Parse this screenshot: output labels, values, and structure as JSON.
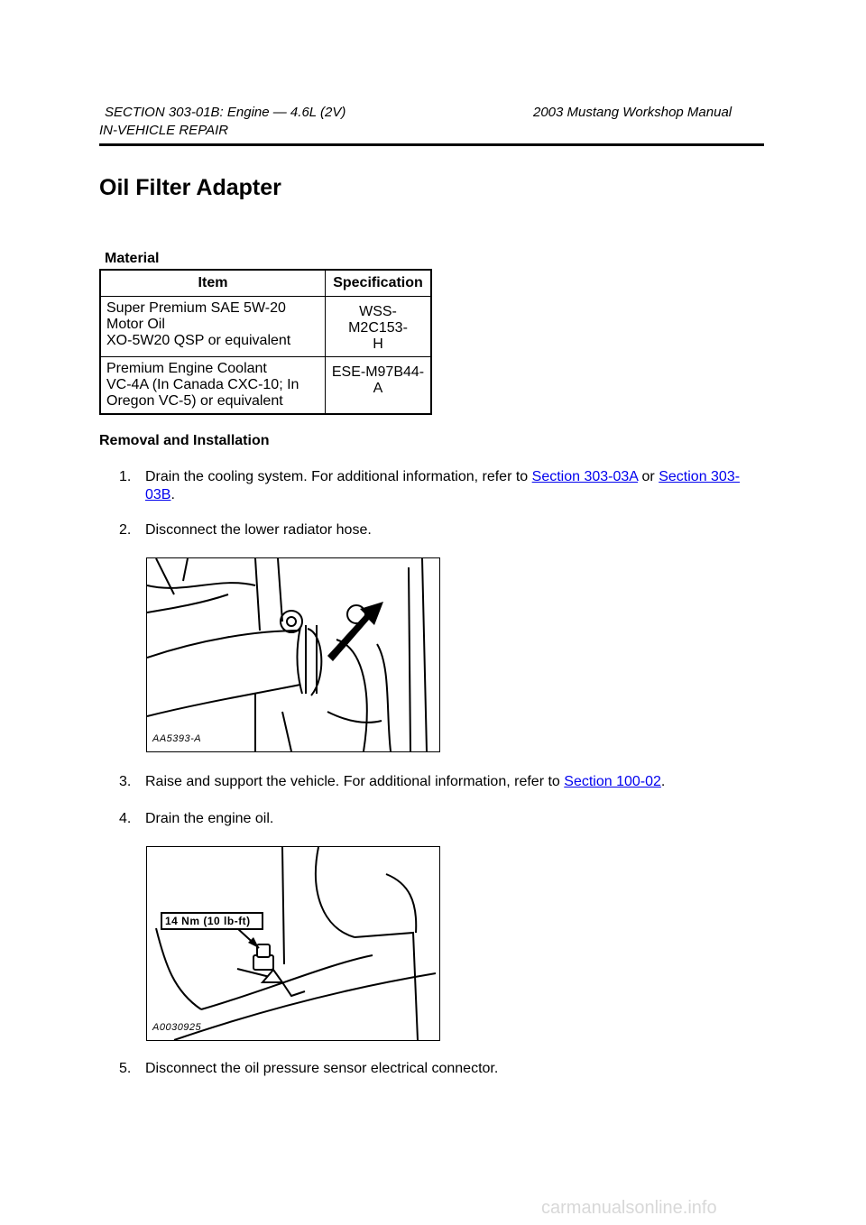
{
  "header": {
    "section": "SECTION 303-01B: Engine — 4.6L (2V)",
    "manual": "2003 Mustang Workshop Manual",
    "subsection": "IN-VEHICLE REPAIR"
  },
  "title": "Oil Filter Adapter",
  "material": {
    "caption": "Material",
    "columns": [
      "Item",
      "Specification"
    ],
    "rows": [
      {
        "item": [
          "Super Premium SAE 5W-20",
          "Motor Oil",
          "XO-5W20 QSP or equivalent"
        ],
        "spec": [
          "WSS-M2C153-",
          "H"
        ]
      },
      {
        "item": [
          "Premium Engine Coolant",
          "VC-4A (In Canada CXC-10; In",
          "Oregon VC-5) or equivalent"
        ],
        "spec": [
          "ESE-M97B44-",
          "A"
        ]
      }
    ]
  },
  "procedure": {
    "heading": "Removal and Installation",
    "steps": [
      {
        "num": "1.",
        "text_a": "Drain the cooling system. For additional information, refer to",
        "link1": "Section 303-03A",
        "text_b": "or",
        "link2_a": "Section 303-",
        "link2_b": "03B",
        "text_c": "."
      },
      {
        "num": "2.",
        "text": "Disconnect the lower radiator hose."
      },
      {
        "num": "3.",
        "text_a": "Raise and support the vehicle. For additional information, refer to",
        "link": "Section 100-02",
        "text_b": "."
      },
      {
        "num": "4.",
        "text": "Drain the engine oil."
      },
      {
        "num": "5.",
        "text": "Disconnect the oil pressure sensor electrical connector."
      }
    ]
  },
  "figures": {
    "fig1_label": "AA5393-A",
    "fig2_label": "A0030925",
    "fig2_torque": "14 Nm (10 lb-ft)"
  },
  "watermark": "carmanualsonline.info"
}
